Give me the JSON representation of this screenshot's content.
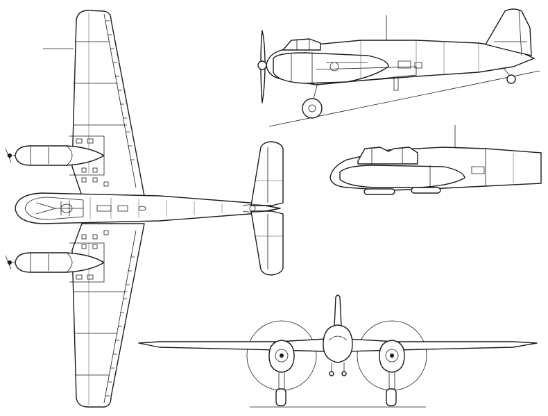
{
  "figure": {
    "views": [
      "top-view",
      "side-view",
      "side-view-nose-variant",
      "front-view"
    ],
    "colors": {
      "line": "#1a1a1a",
      "background": "#ffffff"
    }
  }
}
